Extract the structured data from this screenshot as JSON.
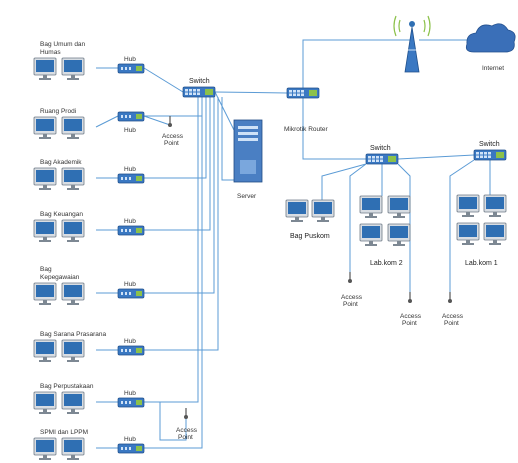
{
  "departments": [
    {
      "label_lines": [
        "Bag Umum dan",
        "Humas"
      ],
      "device": "Hub"
    },
    {
      "label_lines": [
        "Ruang Prodi"
      ],
      "device": "Hub"
    },
    {
      "label_lines": [
        "Bag Akademik"
      ],
      "device": "Hub"
    },
    {
      "label_lines": [
        "Bag Keuangan"
      ],
      "device": "Hub"
    },
    {
      "label_lines": [
        "Bag",
        "Kepegawaian"
      ],
      "device": "Hub"
    },
    {
      "label_lines": [
        "Bag Sarana Prasarana"
      ],
      "device": "Hub"
    },
    {
      "label_lines": [
        "Bag Perpustakaan"
      ],
      "device": "Hub"
    },
    {
      "label_lines": [
        "SPMI dan LPPM"
      ],
      "device": "Hub"
    }
  ],
  "core": {
    "switch_label": "Switch",
    "server_label": "Server",
    "router_label": "Mikrotik Router",
    "internet_label": "Internet"
  },
  "right": {
    "switch1_label": "Switch",
    "switch2_label": "Switch",
    "puskom_label": "Bag Puskom",
    "lab2_label": "Lab.kom 2",
    "lab1_label": "Lab.kom 1"
  },
  "access_points": [
    {
      "label_lines": [
        "Access",
        "Point"
      ]
    },
    {
      "label_lines": [
        "Access",
        "Point"
      ]
    },
    {
      "label_lines": [
        "Access",
        "Point"
      ]
    },
    {
      "label_lines": [
        "Access",
        "Point"
      ]
    },
    {
      "label_lines": [
        "Access",
        "Point"
      ]
    }
  ]
}
